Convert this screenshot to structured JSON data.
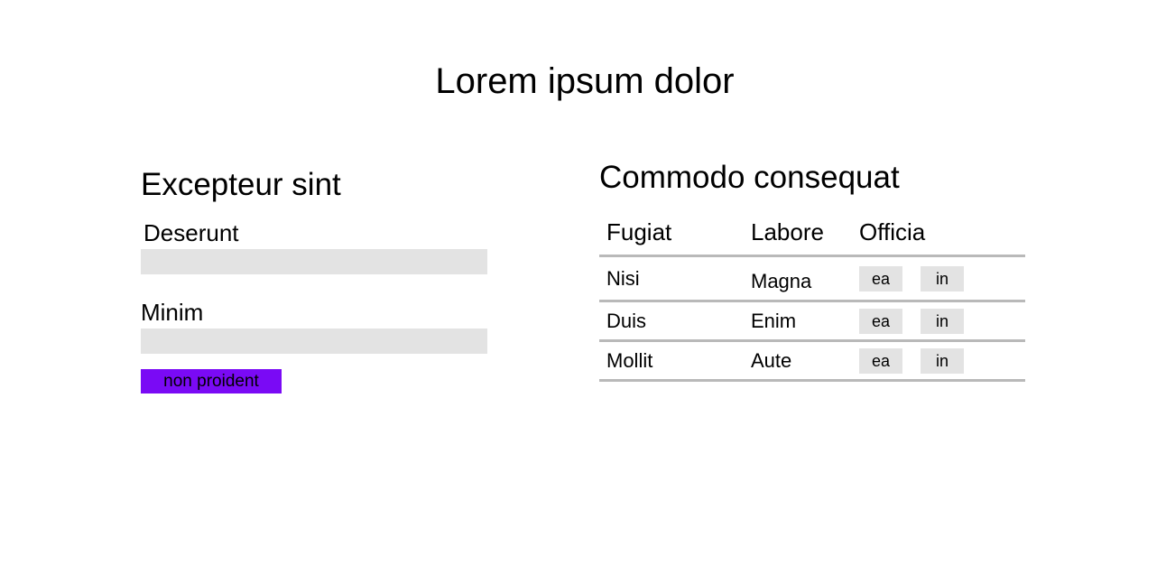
{
  "page": {
    "title": "Lorem ipsum dolor"
  },
  "form": {
    "heading": "Excepteur sint",
    "field1": {
      "label": "Deserunt",
      "value": "",
      "placeholder": ""
    },
    "field2": {
      "label": "Minim",
      "value": "",
      "placeholder": ""
    },
    "submit_label": "non proident",
    "submit_color": "#7a0af5"
  },
  "table": {
    "heading": "Commodo consequat",
    "columns": [
      "Fugiat",
      "Labore",
      "Officia"
    ],
    "rows": [
      {
        "col1": "Nisi",
        "col2": "Magna",
        "action1": "ea",
        "action2": "in"
      },
      {
        "col1": "Duis",
        "col2": "Enim",
        "action1": "ea",
        "action2": "in"
      },
      {
        "col1": "Mollit",
        "col2": "Aute",
        "action1": "ea",
        "action2": "in"
      }
    ]
  },
  "colors": {
    "input_bg": "#e3e3e3",
    "table_rule": "#b9b9b9",
    "accent": "#7a0af5"
  }
}
